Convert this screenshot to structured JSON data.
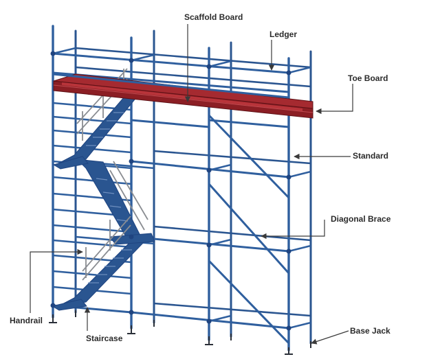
{
  "labels": {
    "scaffold_board": "Scaffold Board",
    "ledger": "Ledger",
    "toe_board": "Toe Board",
    "standard": "Standard",
    "diagonal_brace": "Diagonal Brace",
    "handrail": "Handrail",
    "staircase": "Staircase",
    "base_jack": "Base Jack"
  },
  "colors": {
    "steel_blue": "#2f5f9e",
    "steel_blue_dark": "#1f4480",
    "toe_board_red": "#8b1e24",
    "handrail_grey": "#8a8d92",
    "leader_line": "#3a3a3a"
  }
}
